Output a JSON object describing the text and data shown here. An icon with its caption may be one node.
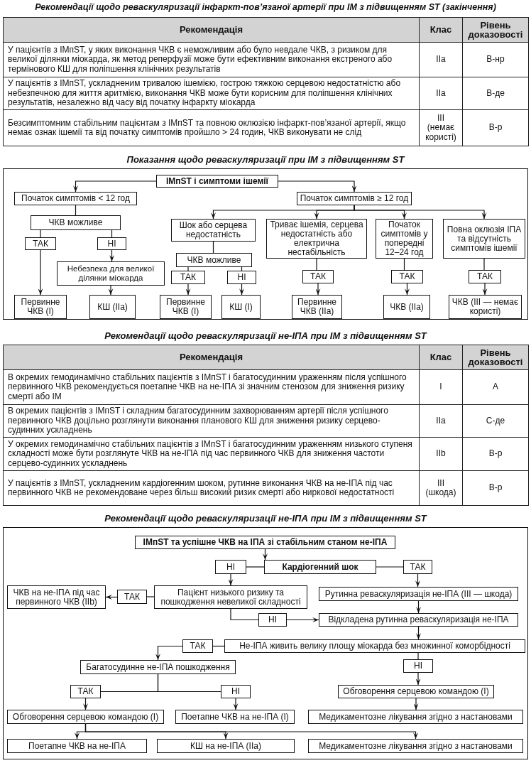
{
  "diagram": {
    "title": "Рекомендації щодо реваскуляризації інфаркт-пов’язаної артерії при ІМ з підвищенням ST (закінчення)",
    "nodes": [
      {
        "text": [
          "Показання щодо реваскуляризації при ІМ з підвищенням ST"
        ]
      },
      {
        "text": [
          "ІМпST і симптоми ішемії"
        ],
        "in": 0
      },
      {
        "text": [
          "Початок симптомів < 12 год"
        ],
        "in": 0
      },
      {
        "text": [
          "Початок симптомів ≥ 12 год"
        ],
        "in": 0
      },
      {
        "text": [
          "ЧКВ можливе"
        ],
        "in": 0
      },
      {
        "text": [
          "ТАК"
        ],
        "in": 0
      },
      {
        "text": [
          "НІ"
        ],
        "in": 0
      },
      {
        "text": [
          "Небезпека для великої ділянки міокарда"
        ],
        "in": 0
      },
      {
        "text": [
          "Первинне ЧКВ (I)"
        ],
        "in": 0
      },
      {
        "text": [
          "КШ (IIa)"
        ],
        "in": 0
      },
      {
        "text": [
          "Шок або серцева недостатність"
        ],
        "in": 0
      },
      {
        "text": [
          "ЧКВ можливе"
        ],
        "in": 0
      },
      {
        "text": [
          "ТАК"
        ],
        "in": 0
      },
      {
        "text": [
          "НІ"
        ],
        "in": 0
      },
      {
        "text": [
          "Первинне ЧКВ (I)"
        ],
        "in": 0
      },
      {
        "text": [
          "КШ (I)"
        ],
        "in": 0
      },
      {
        "text": [
          "Триває ішемія, серцева недостатність або електрична нестабільність"
        ],
        "in": 0
      },
      {
        "text": [
          "ТАК"
        ],
        "in": 0
      },
      {
        "text": [
          "Первинне ЧКВ (IIa)"
        ],
        "in": 0
      },
      {
        "text": [
          "Початок симптомів у попередні 12–24 год"
        ],
        "in": 0
      },
      {
        "text": [
          "ТАК"
        ],
        "in": 0
      },
      {
        "text": [
          "ЧКВ (IIa)"
        ],
        "in": 0
      },
      {
        "text": [
          "Повна оклюзія ІПА та відсутність симптомів ішемії"
        ],
        "in": 0
      },
      {
        "text": [
          "ТАК"
        ],
        "in": 0
      },
      {
        "text": [
          "ЧКВ (III — немає користі)"
        ],
        "in": 0
      },
      {
        "text": [
          "Рекомендації щодо реваскуляризації не-ІПА при ІМ з підвищенням ST"
        ]
      },
      {
        "text": [
          "ІМпST та успішне ЧКВ на ІПА зі стабільним станом не-ІПА"
        ],
        "in": 25
      },
      {
        "text": [
          "НІ"
        ],
        "in": 25
      },
      {
        "text": [
          "Кардіогенний шок"
        ],
        "in": 25
      },
      {
        "text": [
          "ТАК"
        ],
        "in": 25
      },
      {
        "text": [
          "ЧКВ на не-ІПА під час первинного ЧКВ (IIb)"
        ],
        "in": 25
      },
      {
        "text": [
          "ТАК"
        ],
        "in": 25
      },
      {
        "text": [
          "Пацієнт низького ризику та пошкодження невеликої складності"
        ],
        "in": 25
      },
      {
        "text": [
          "Рутинна реваскуляризація не-ІПА (III — шкода)"
        ],
        "in": 25
      },
      {
        "text": [
          "НІ"
        ],
        "in": 25
      },
      {
        "text": [
          "Відкладена рутинна реваскуляризація не-ІПА"
        ],
        "in": 25
      },
      {
        "text": [
          "ТАК"
        ],
        "in": 25
      },
      {
        "text": [
          "Не-ІПА живить велику площу міокарда без множинної коморбідності"
        ],
        "in": 25
      },
      {
        "text": [
          "Багатосудинне не-ІПА пошкодження"
        ],
        "in": 25
      },
      {
        "text": [
          "ТАК"
        ],
        "in": 25
      },
      {
        "text": [
          "НІ"
        ],
        "in": 25
      },
      {
        "text": [
          "НІ"
        ],
        "in": 25
      },
      {
        "text": [
          "Обговорення серцевою командою (I)"
        ],
        "in": 25
      },
      {
        "text": [
          "Обговорення серцевою командою (I)"
        ],
        "in": 25
      },
      {
        "text": [
          "Поетапне ЧКВ на не-ІПА (I)"
        ],
        "in": 25
      },
      {
        "text": [
          "Медикаментозне лікування згідно з настановами"
        ],
        "in": 25
      },
      {
        "text": [
          "Поетапне ЧКВ на не-ІПА"
        ],
        "in": 25
      },
      {
        "text": [
          "КШ на не-ІПА (IIa)"
        ],
        "in": 25
      },
      {
        "text": [
          "Медикаментозне лікування згідно з настановами"
        ],
        "in": 25
      }
    ],
    "edges": [
      {
        "from": 1,
        "to": 2,
        "arrow": "to"
      },
      {
        "from": 1,
        "to": 3,
        "arrow": "to"
      },
      {
        "from": 2,
        "to": 4,
        "arrow": "none"
      },
      {
        "from": 4,
        "to": 5,
        "arrow": "none"
      },
      {
        "from": 4,
        "to": 6,
        "arrow": "none"
      },
      {
        "from": 5,
        "to": 8,
        "arrow": "to"
      },
      {
        "from": 6,
        "to": 7,
        "arrow": "to"
      },
      {
        "from": 7,
        "to": 9,
        "arrow": "to"
      },
      {
        "from": 3,
        "to": 10,
        "arrow": "to"
      },
      {
        "from": 3,
        "to": 16,
        "arrow": "to"
      },
      {
        "from": 3,
        "to": 19,
        "arrow": "to"
      },
      {
        "from": 3,
        "to": 22,
        "arrow": "to"
      },
      {
        "from": 10,
        "to": 11,
        "arrow": "none"
      },
      {
        "from": 11,
        "to": 12,
        "arrow": "none"
      },
      {
        "from": 11,
        "to": 13,
        "arrow": "none"
      },
      {
        "from": 12,
        "to": 14,
        "arrow": "to"
      },
      {
        "from": 13,
        "to": 15,
        "arrow": "to"
      },
      {
        "from": 16,
        "to": 17,
        "arrow": "none"
      },
      {
        "from": 17,
        "to": 18,
        "arrow": "to"
      },
      {
        "from": 19,
        "to": 20,
        "arrow": "none"
      },
      {
        "from": 20,
        "to": 21,
        "arrow": "to"
      },
      {
        "from": 22,
        "to": 23,
        "arrow": "none"
      },
      {
        "from": 23,
        "to": 24,
        "arrow": "to"
      },
      {
        "from": 26,
        "to": 28,
        "arrow": "to"
      },
      {
        "from": 28,
        "to": 27,
        "arrow": "none"
      },
      {
        "from": 28,
        "to": 29,
        "arrow": "none"
      },
      {
        "from": 27,
        "to": 32,
        "arrow": "to"
      },
      {
        "from": 29,
        "to": 33,
        "arrow": "to"
      },
      {
        "from": 32,
        "to": 31,
        "arrow": "none"
      },
      {
        "from": 31,
        "to": 30,
        "arrow": "to"
      },
      {
        "from": 32,
        "to": 34,
        "arrow": "none"
      },
      {
        "from": 34,
        "to": 35,
        "arrow": "to"
      },
      {
        "from": 33,
        "to": 35,
        "arrow": "to"
      },
      {
        "from": 35,
        "to": 37,
        "arrow": "to"
      },
      {
        "from": 37,
        "to": 36,
        "arrow": "none"
      },
      {
        "from": 36,
        "to": 38,
        "arrow": "to"
      },
      {
        "from": 37,
        "to": 41,
        "arrow": "none"
      },
      {
        "from": 41,
        "to": 42,
        "arrow": "to"
      },
      {
        "from": 38,
        "to": 39,
        "arrow": "none"
      },
      {
        "from": 38,
        "to": 40,
        "arrow": "none"
      },
      {
        "from": 39,
        "to": 43,
        "arrow": "to"
      },
      {
        "from": 40,
        "to": 44,
        "arrow": "to"
      },
      {
        "from": 42,
        "to": 45,
        "arrow": "to"
      },
      {
        "from": 43,
        "to": 46,
        "arrow": "to"
      },
      {
        "from": 43,
        "to": 47,
        "arrow": "to"
      },
      {
        "from": 43,
        "to": 48,
        "arrow": "to"
      }
    ],
    "labels": [
      "Рекомендація",
      "Клас",
      "Рівень доказовості",
      "У пацієнтів з ІМпST, у яких виконання ЧКВ є неможливим або було невдале ЧКВ, з ризиком для великої ділянки міокарда, як метод реперфузії може бути ефективним виконання екстреного або термінового КШ для поліпшення клінічних результатів",
      "IIa",
      "B-нр",
      "У пацієнтів з ІМпST, ускладненим тривалою ішемією, гострою тяжкою серцевою недостатністю або небезпечною для життя аритмією, виконання ЧКВ може бути корисним для поліпшення клінічних результатів, незалежно від часу від початку інфаркту міокарда",
      "IIa",
      "B-де",
      "Безсимптомним стабільним пацієнтам з ІМпST та повною оклюзією інфаркт-пов’язаної артерії, якщо немає ознак ішемії та від початку симптомів пройшло > 24 годин, ЧКВ виконувати не слід",
      "III (немає користі)",
      "B-р",
      "Рекомендації щодо реваскуляризації не-ІПА при ІМ з підвищенням ST",
      "Рекомендація",
      "Клас",
      "Рівень доказовості",
      "В окремих гемодинамічно стабільних пацієнтів з ІМпST і багатосудинним ураженням після успішного первинного ЧКВ рекомендується поетапне ЧКВ на не-ІПА зі значним стенозом для зниження ризику смерті або ІМ",
      "I",
      "A",
      "В окремих пацієнтів з ІМпST і складним багатосудинним захворюванням артерії після успішного первинного ЧКВ доцільно розглянути виконання планового КШ для зниження ризику серцево-судинних ускладнень",
      "IIa",
      "C-де",
      "У окремих гемодинамічно стабільних пацієнтів з ІМпST і багатосудинним ураженням низького ступеня складності може бути розглянуте ЧКВ на не-ІПА під час первинного ЧКВ для зниження частоти серцево-судинних ускладнень",
      "IIb",
      "B-р",
      "У пацієнтів з ІМпST, ускладненим кардіогенним шоком, рутинне виконання ЧКВ на не-ІПА під час первинного ЧКВ не рекомендоване через більш високий ризик смерті або ниркової недостатності",
      "III (шкода)",
      "B-р"
    ]
  }
}
